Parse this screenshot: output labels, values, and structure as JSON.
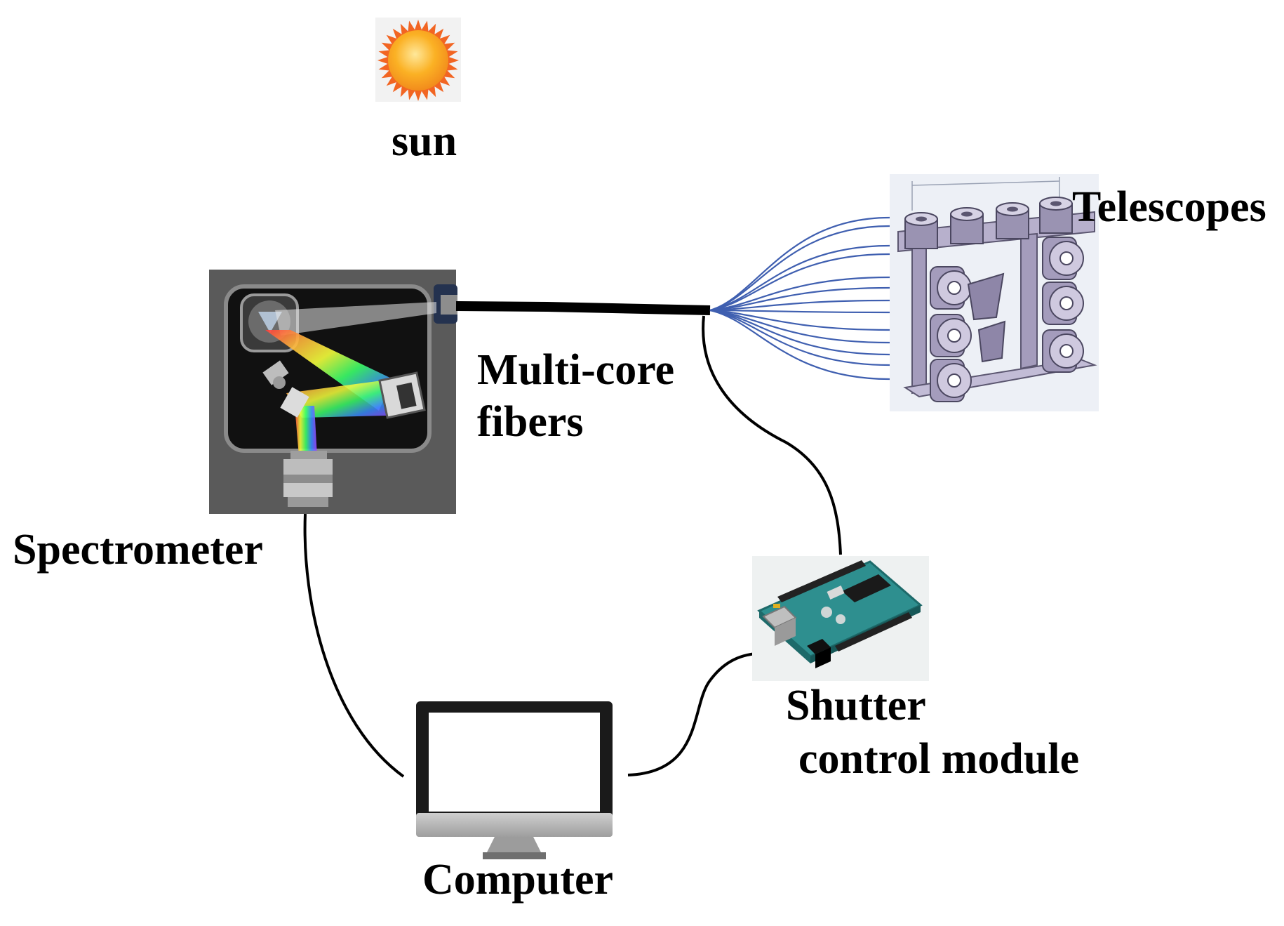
{
  "labels": {
    "sun": "sun",
    "telescopes": "Telescopes",
    "fibers_line1": "Multi-core",
    "fibers_line2": "fibers",
    "spectrometer": "Spectrometer",
    "shutter_line1": "Shutter",
    "shutter_line2": "control module",
    "computer": "Computer"
  },
  "icons": {
    "sun": "sun-icon",
    "spectrometer": "spectrometer-icon",
    "telescopes": "telescope-array-icon",
    "shutter": "arduino-board-icon",
    "computer": "monitor-icon"
  },
  "colors": {
    "cable": "#000000",
    "fiber_strands": "#3f5fb0",
    "sun_core": "#fbb124",
    "sun_rays": "#f26522",
    "board": "#2e8f8f",
    "telescope_body": "#a49cbc",
    "spectrometer_bg": "#5a5a5a"
  }
}
